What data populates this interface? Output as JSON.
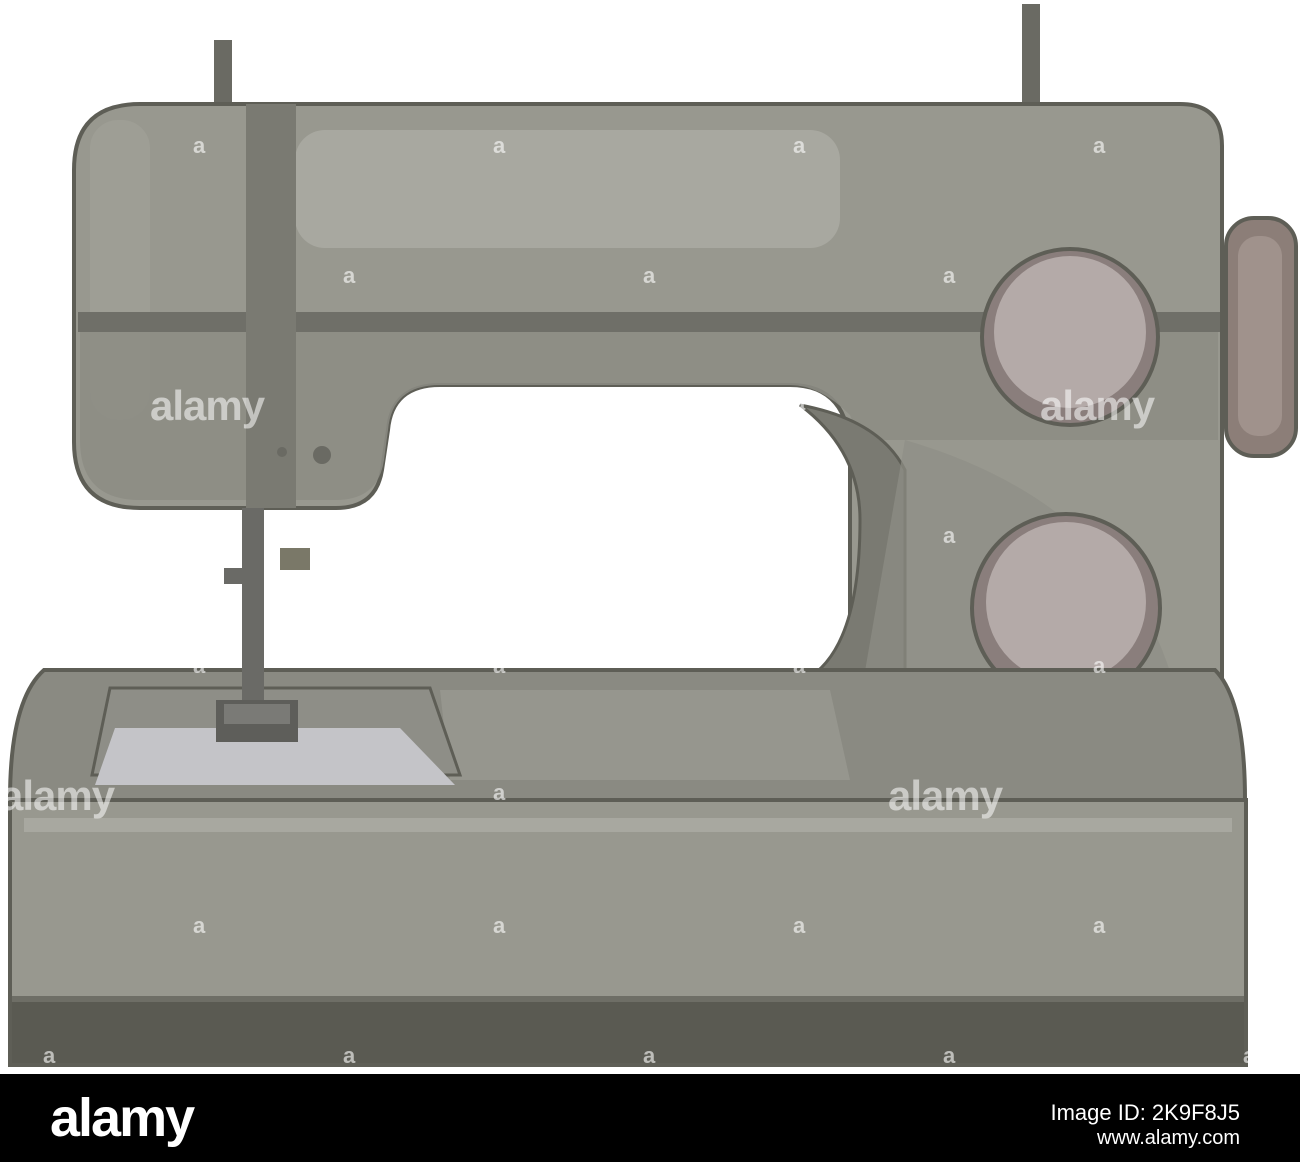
{
  "image": {
    "subject": "sewing-machine",
    "colors": {
      "body": "#98988f",
      "body_dark": "#7e7e76",
      "body_light": "#b4b4ac",
      "outline": "#5e5e56",
      "base_dark": "#5a5a52",
      "knob": "#b4aaa8",
      "knob_dark": "#8a7e7c",
      "handwheel": "#8c7e78",
      "plate": "#c4c4c8",
      "background": "#ffffff"
    }
  },
  "watermark": {
    "mid_text": "alamy",
    "small_mark": "a"
  },
  "footer": {
    "logo": "alamy",
    "image_id": "Image ID: 2K9F8J5",
    "url": "www.alamy.com",
    "background": "#000000"
  }
}
